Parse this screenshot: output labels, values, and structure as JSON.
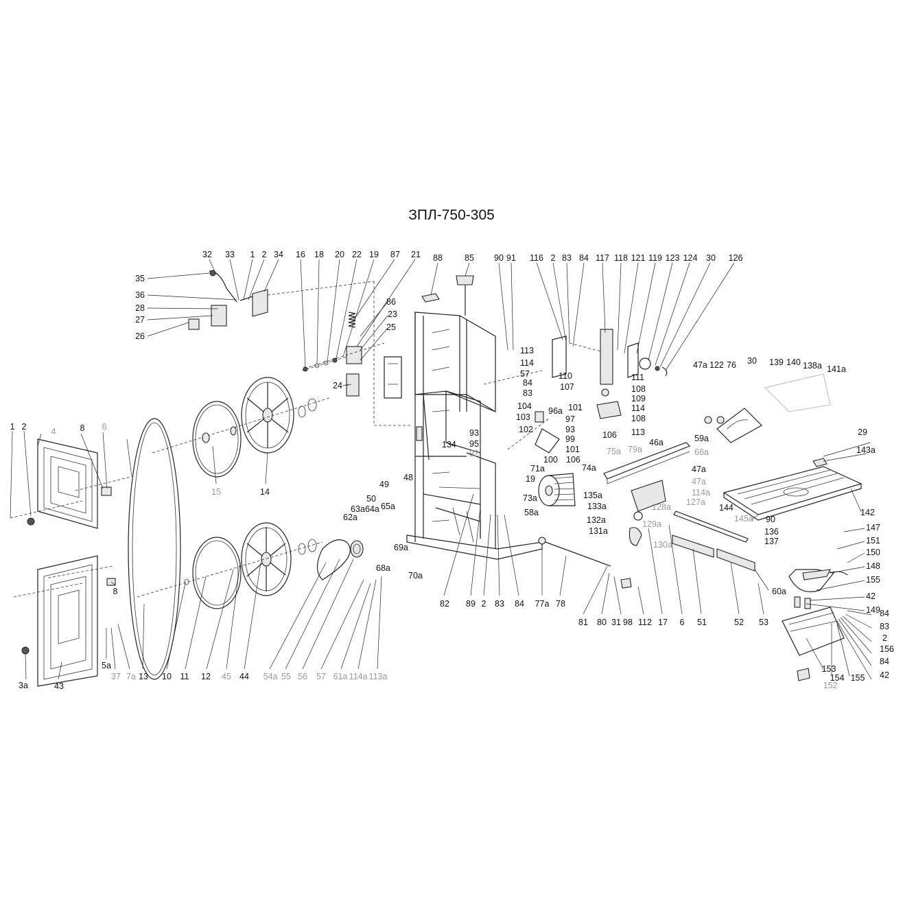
{
  "title": "ЗПЛ-750-305",
  "callouts": [
    "1",
    "2",
    "3a",
    "4",
    "5a",
    "6",
    "7a",
    "8",
    "8",
    "10",
    "11",
    "12",
    "13",
    "14",
    "15",
    "16",
    "18",
    "20",
    "22",
    "19",
    "87",
    "21",
    "88",
    "85",
    "90",
    "91",
    "32",
    "33",
    "1",
    "2",
    "34",
    "35",
    "36",
    "28",
    "27",
    "26",
    "86",
    "23",
    "25",
    "24",
    "116",
    "2",
    "83",
    "84",
    "117",
    "118",
    "121",
    "119",
    "123",
    "124",
    "30",
    "126",
    "113",
    "114",
    "57",
    "84",
    "83",
    "104",
    "103",
    "102",
    "134",
    "93",
    "95",
    "92",
    "96a",
    "97",
    "93",
    "99",
    "101",
    "106",
    "100",
    "71a",
    "19",
    "73a",
    "58a",
    "110",
    "111",
    "107",
    "108",
    "109",
    "101",
    "114",
    "108",
    "106",
    "113",
    "47a",
    "122",
    "76",
    "30",
    "139",
    "140",
    "138a",
    "141a",
    "59a",
    "46a",
    "66a",
    "79a",
    "75a",
    "74a",
    "47a",
    "47a",
    "114a",
    "135a",
    "133a",
    "128a",
    "127a",
    "132a",
    "131a",
    "129a",
    "130a",
    "29",
    "143a",
    "144",
    "145a",
    "90",
    "136",
    "137",
    "142",
    "147",
    "151",
    "150",
    "148",
    "155",
    "42",
    "149",
    "60a",
    "49",
    "48",
    "50",
    "63a",
    "64a",
    "65a",
    "62a",
    "69a",
    "68a",
    "70a",
    "82",
    "89",
    "2",
    "83",
    "84",
    "77a",
    "78",
    "81",
    "80",
    "31",
    "98",
    "112",
    "17",
    "6",
    "51",
    "52",
    "53",
    "84",
    "83",
    "2",
    "156",
    "84",
    "42",
    "155",
    "154",
    "153",
    "152",
    "43",
    "37",
    "54a",
    "55",
    "56",
    "57",
    "61a",
    "114a",
    "113a",
    "45",
    "44"
  ]
}
